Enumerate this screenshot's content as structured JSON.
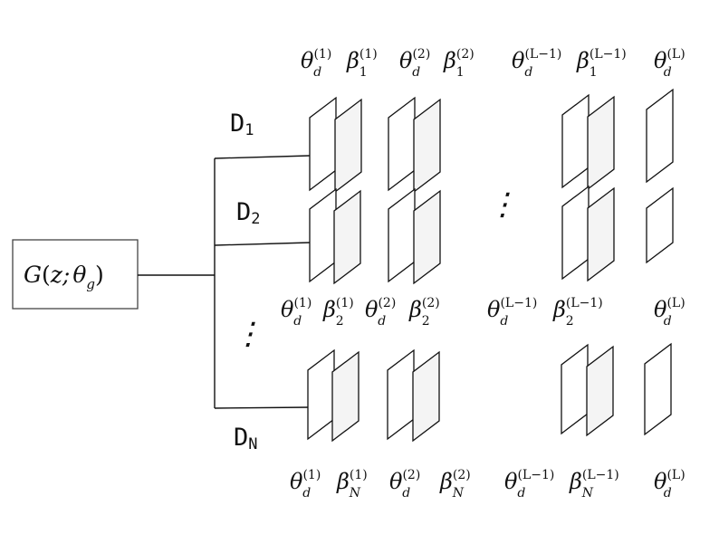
{
  "generator": {
    "func": "G",
    "arg": "z;",
    "param": "θ",
    "param_sub": "g"
  },
  "discriminators": [
    {
      "label": "D",
      "sub": "1"
    },
    {
      "label": "D",
      "sub": "2"
    },
    {
      "label": "D",
      "sub": "N"
    }
  ],
  "ellipsis": "⋮",
  "params": {
    "theta": "θ",
    "theta_sub": "d",
    "beta": "β",
    "sup_1": "(1)",
    "sup_2": "(2)",
    "sup_Lm1": "(L−1)",
    "sup_L": "(L)",
    "row1_sub": "1",
    "row2_sub": "2",
    "rowN_sub": "N"
  }
}
